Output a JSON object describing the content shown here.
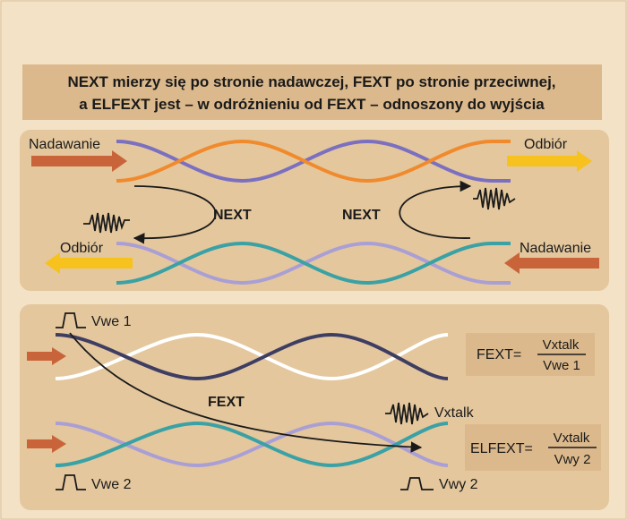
{
  "title": {
    "line1": "NEXT mierzy się po stronie nadawczej, FEXT po stronie przeciwnej,",
    "line2": "a ELFEXT jest – w odróżnieniu od FEXT – odnoszony do wyjścia"
  },
  "top_panel": {
    "tx_left": "Nadawanie",
    "rx_right": "Odbiór",
    "rx_left": "Odbiór",
    "tx_right": "Nadawanie",
    "next_left": "NEXT",
    "next_right": "NEXT"
  },
  "bottom_panel": {
    "vwe1": "Vwe 1",
    "vwe2": "Vwe 2",
    "vwy2": "Vwy 2",
    "vxtalk": "Vxtalk",
    "fext_label": "FEXT",
    "formula_fext": {
      "lhs": "FEXT=",
      "num": "Vxtalk",
      "den": "Vwe 1"
    },
    "formula_elfext": {
      "lhs": "ELFEXT=",
      "num": "Vxtalk",
      "den": "Vwy 2"
    }
  },
  "colors": {
    "background": "#f3e2c6",
    "panel": "#e4c79d",
    "title_box": "#dcb98c",
    "purple": "#7b6fc0",
    "orange": "#f08a2c",
    "lavender": "#aa9fd5",
    "teal": "#3aa1a5",
    "navy": "#3f3d60",
    "white": "#ffffff",
    "tx_arrow": "#c9643a",
    "rx_arrow": "#f7c21d"
  }
}
